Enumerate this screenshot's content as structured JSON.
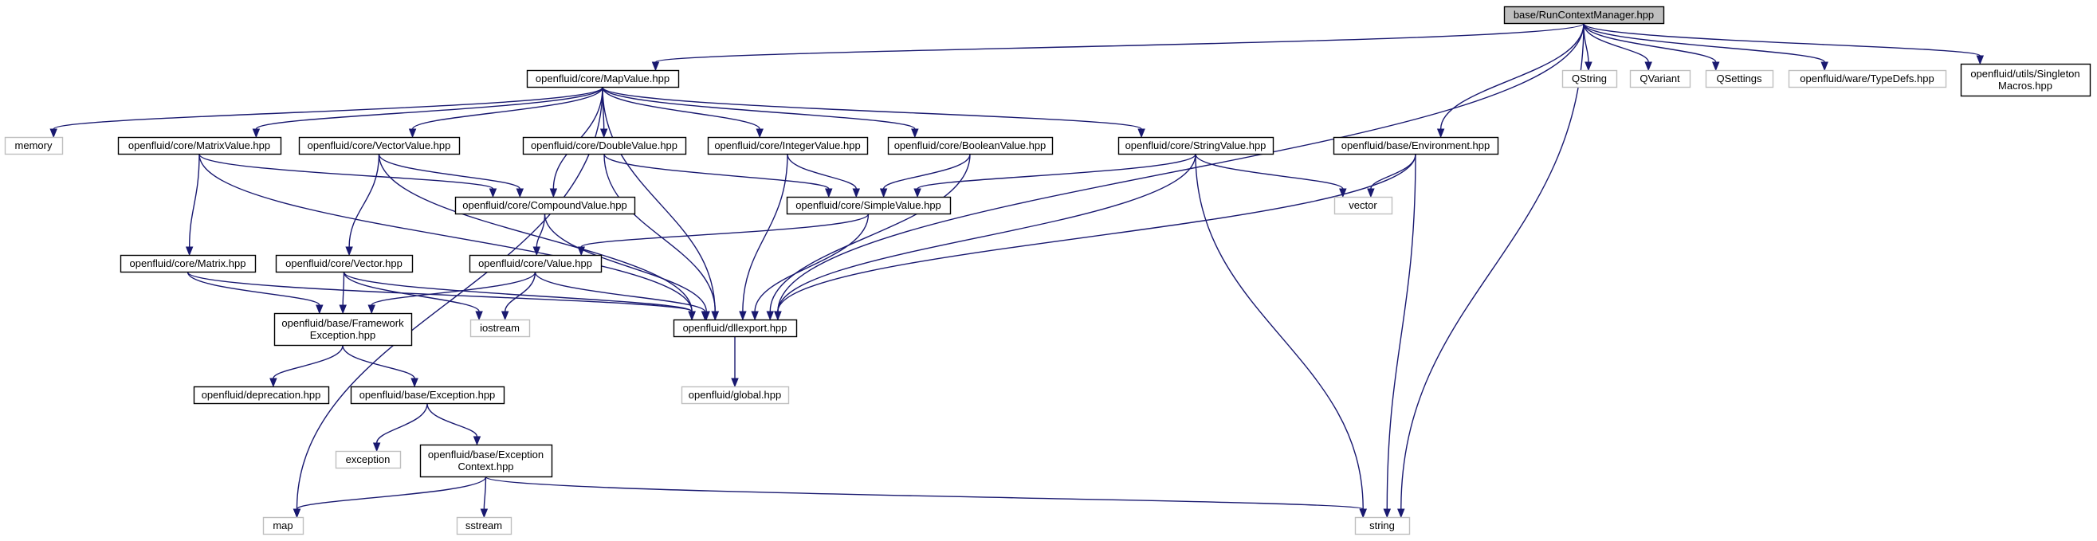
{
  "colors": {
    "edge": "#191970",
    "root_fill": "#bfbfbf",
    "node_border": "#000000",
    "external_border": "#bfbfbf"
  },
  "nodes": [
    {
      "id": "root",
      "label": [
        "base/RunContextManager.hpp"
      ],
      "type": "root"
    },
    {
      "id": "mapvalue",
      "label": [
        "openfluid/core/MapValue.hpp"
      ],
      "type": "normal"
    },
    {
      "id": "qstring",
      "label": [
        "QString"
      ],
      "type": "external"
    },
    {
      "id": "qvariant",
      "label": [
        "QVariant"
      ],
      "type": "external"
    },
    {
      "id": "qsettings",
      "label": [
        "QSettings"
      ],
      "type": "external"
    },
    {
      "id": "typedefs",
      "label": [
        "openfluid/ware/TypeDefs.hpp"
      ],
      "type": "external"
    },
    {
      "id": "singleton",
      "label": [
        "openfluid/utils/Singleton",
        "Macros.hpp"
      ],
      "type": "normal"
    },
    {
      "id": "memory",
      "label": [
        "memory"
      ],
      "type": "external"
    },
    {
      "id": "matrixvalue",
      "label": [
        "openfluid/core/MatrixValue.hpp"
      ],
      "type": "normal"
    },
    {
      "id": "vectorvalue",
      "label": [
        "openfluid/core/VectorValue.hpp"
      ],
      "type": "normal"
    },
    {
      "id": "doublevalue",
      "label": [
        "openfluid/core/DoubleValue.hpp"
      ],
      "type": "normal"
    },
    {
      "id": "integervalue",
      "label": [
        "openfluid/core/IntegerValue.hpp"
      ],
      "type": "normal"
    },
    {
      "id": "booleanvalue",
      "label": [
        "openfluid/core/BooleanValue.hpp"
      ],
      "type": "normal"
    },
    {
      "id": "stringvalue",
      "label": [
        "openfluid/core/StringValue.hpp"
      ],
      "type": "normal"
    },
    {
      "id": "environment",
      "label": [
        "openfluid/base/Environment.hpp"
      ],
      "type": "normal"
    },
    {
      "id": "compound",
      "label": [
        "openfluid/core/CompoundValue.hpp"
      ],
      "type": "normal"
    },
    {
      "id": "simple",
      "label": [
        "openfluid/core/SimpleValue.hpp"
      ],
      "type": "normal"
    },
    {
      "id": "vector",
      "label": [
        "vector"
      ],
      "type": "external"
    },
    {
      "id": "matrix",
      "label": [
        "openfluid/core/Matrix.hpp"
      ],
      "type": "normal"
    },
    {
      "id": "vectorhpp",
      "label": [
        "openfluid/core/Vector.hpp"
      ],
      "type": "normal"
    },
    {
      "id": "value",
      "label": [
        "openfluid/core/Value.hpp"
      ],
      "type": "normal"
    },
    {
      "id": "fwexc",
      "label": [
        "openfluid/base/Framework",
        "Exception.hpp"
      ],
      "type": "normal"
    },
    {
      "id": "iostream",
      "label": [
        "iostream"
      ],
      "type": "external"
    },
    {
      "id": "dllexport",
      "label": [
        "openfluid/dllexport.hpp"
      ],
      "type": "normal"
    },
    {
      "id": "deprecation",
      "label": [
        "openfluid/deprecation.hpp"
      ],
      "type": "normal"
    },
    {
      "id": "exception_hpp",
      "label": [
        "openfluid/base/Exception.hpp"
      ],
      "type": "normal"
    },
    {
      "id": "global",
      "label": [
        "openfluid/global.hpp"
      ],
      "type": "external"
    },
    {
      "id": "exception",
      "label": [
        "exception"
      ],
      "type": "external"
    },
    {
      "id": "exccontext",
      "label": [
        "openfluid/base/Exception",
        "Context.hpp"
      ],
      "type": "normal"
    },
    {
      "id": "map",
      "label": [
        "map"
      ],
      "type": "external"
    },
    {
      "id": "sstream",
      "label": [
        "sstream"
      ],
      "type": "external"
    },
    {
      "id": "string",
      "label": [
        "string"
      ],
      "type": "external"
    }
  ],
  "edges": [
    [
      "root",
      "mapvalue"
    ],
    [
      "root",
      "dllexport"
    ],
    [
      "root",
      "environment"
    ],
    [
      "root",
      "string"
    ],
    [
      "root",
      "qstring"
    ],
    [
      "root",
      "qvariant"
    ],
    [
      "root",
      "qsettings"
    ],
    [
      "root",
      "typedefs"
    ],
    [
      "root",
      "singleton"
    ],
    [
      "mapvalue",
      "memory"
    ],
    [
      "mapvalue",
      "map"
    ],
    [
      "mapvalue",
      "matrixvalue"
    ],
    [
      "mapvalue",
      "vectorvalue"
    ],
    [
      "mapvalue",
      "compound"
    ],
    [
      "mapvalue",
      "doublevalue"
    ],
    [
      "mapvalue",
      "integervalue"
    ],
    [
      "mapvalue",
      "booleanvalue"
    ],
    [
      "mapvalue",
      "stringvalue"
    ],
    [
      "mapvalue",
      "dllexport"
    ],
    [
      "matrixvalue",
      "compound"
    ],
    [
      "matrixvalue",
      "matrix"
    ],
    [
      "matrixvalue",
      "dllexport"
    ],
    [
      "vectorvalue",
      "compound"
    ],
    [
      "vectorvalue",
      "vectorhpp"
    ],
    [
      "vectorvalue",
      "dllexport"
    ],
    [
      "doublevalue",
      "simple"
    ],
    [
      "doublevalue",
      "dllexport"
    ],
    [
      "integervalue",
      "simple"
    ],
    [
      "integervalue",
      "dllexport"
    ],
    [
      "booleanvalue",
      "simple"
    ],
    [
      "booleanvalue",
      "dllexport"
    ],
    [
      "stringvalue",
      "simple"
    ],
    [
      "stringvalue",
      "vector"
    ],
    [
      "stringvalue",
      "string"
    ],
    [
      "stringvalue",
      "dllexport"
    ],
    [
      "environment",
      "vector"
    ],
    [
      "environment",
      "string"
    ],
    [
      "environment",
      "dllexport"
    ],
    [
      "compound",
      "value"
    ],
    [
      "compound",
      "dllexport"
    ],
    [
      "simple",
      "value"
    ],
    [
      "simple",
      "dllexport"
    ],
    [
      "matrix",
      "fwexc"
    ],
    [
      "matrix",
      "dllexport"
    ],
    [
      "vectorhpp",
      "fwexc"
    ],
    [
      "vectorhpp",
      "iostream"
    ],
    [
      "vectorhpp",
      "dllexport"
    ],
    [
      "value",
      "fwexc"
    ],
    [
      "value",
      "iostream"
    ],
    [
      "value",
      "dllexport"
    ],
    [
      "fwexc",
      "deprecation"
    ],
    [
      "fwexc",
      "exception_hpp"
    ],
    [
      "dllexport",
      "global"
    ],
    [
      "exception_hpp",
      "exception"
    ],
    [
      "exception_hpp",
      "exccontext"
    ],
    [
      "exccontext",
      "map"
    ],
    [
      "exccontext",
      "sstream"
    ],
    [
      "exccontext",
      "string"
    ]
  ]
}
